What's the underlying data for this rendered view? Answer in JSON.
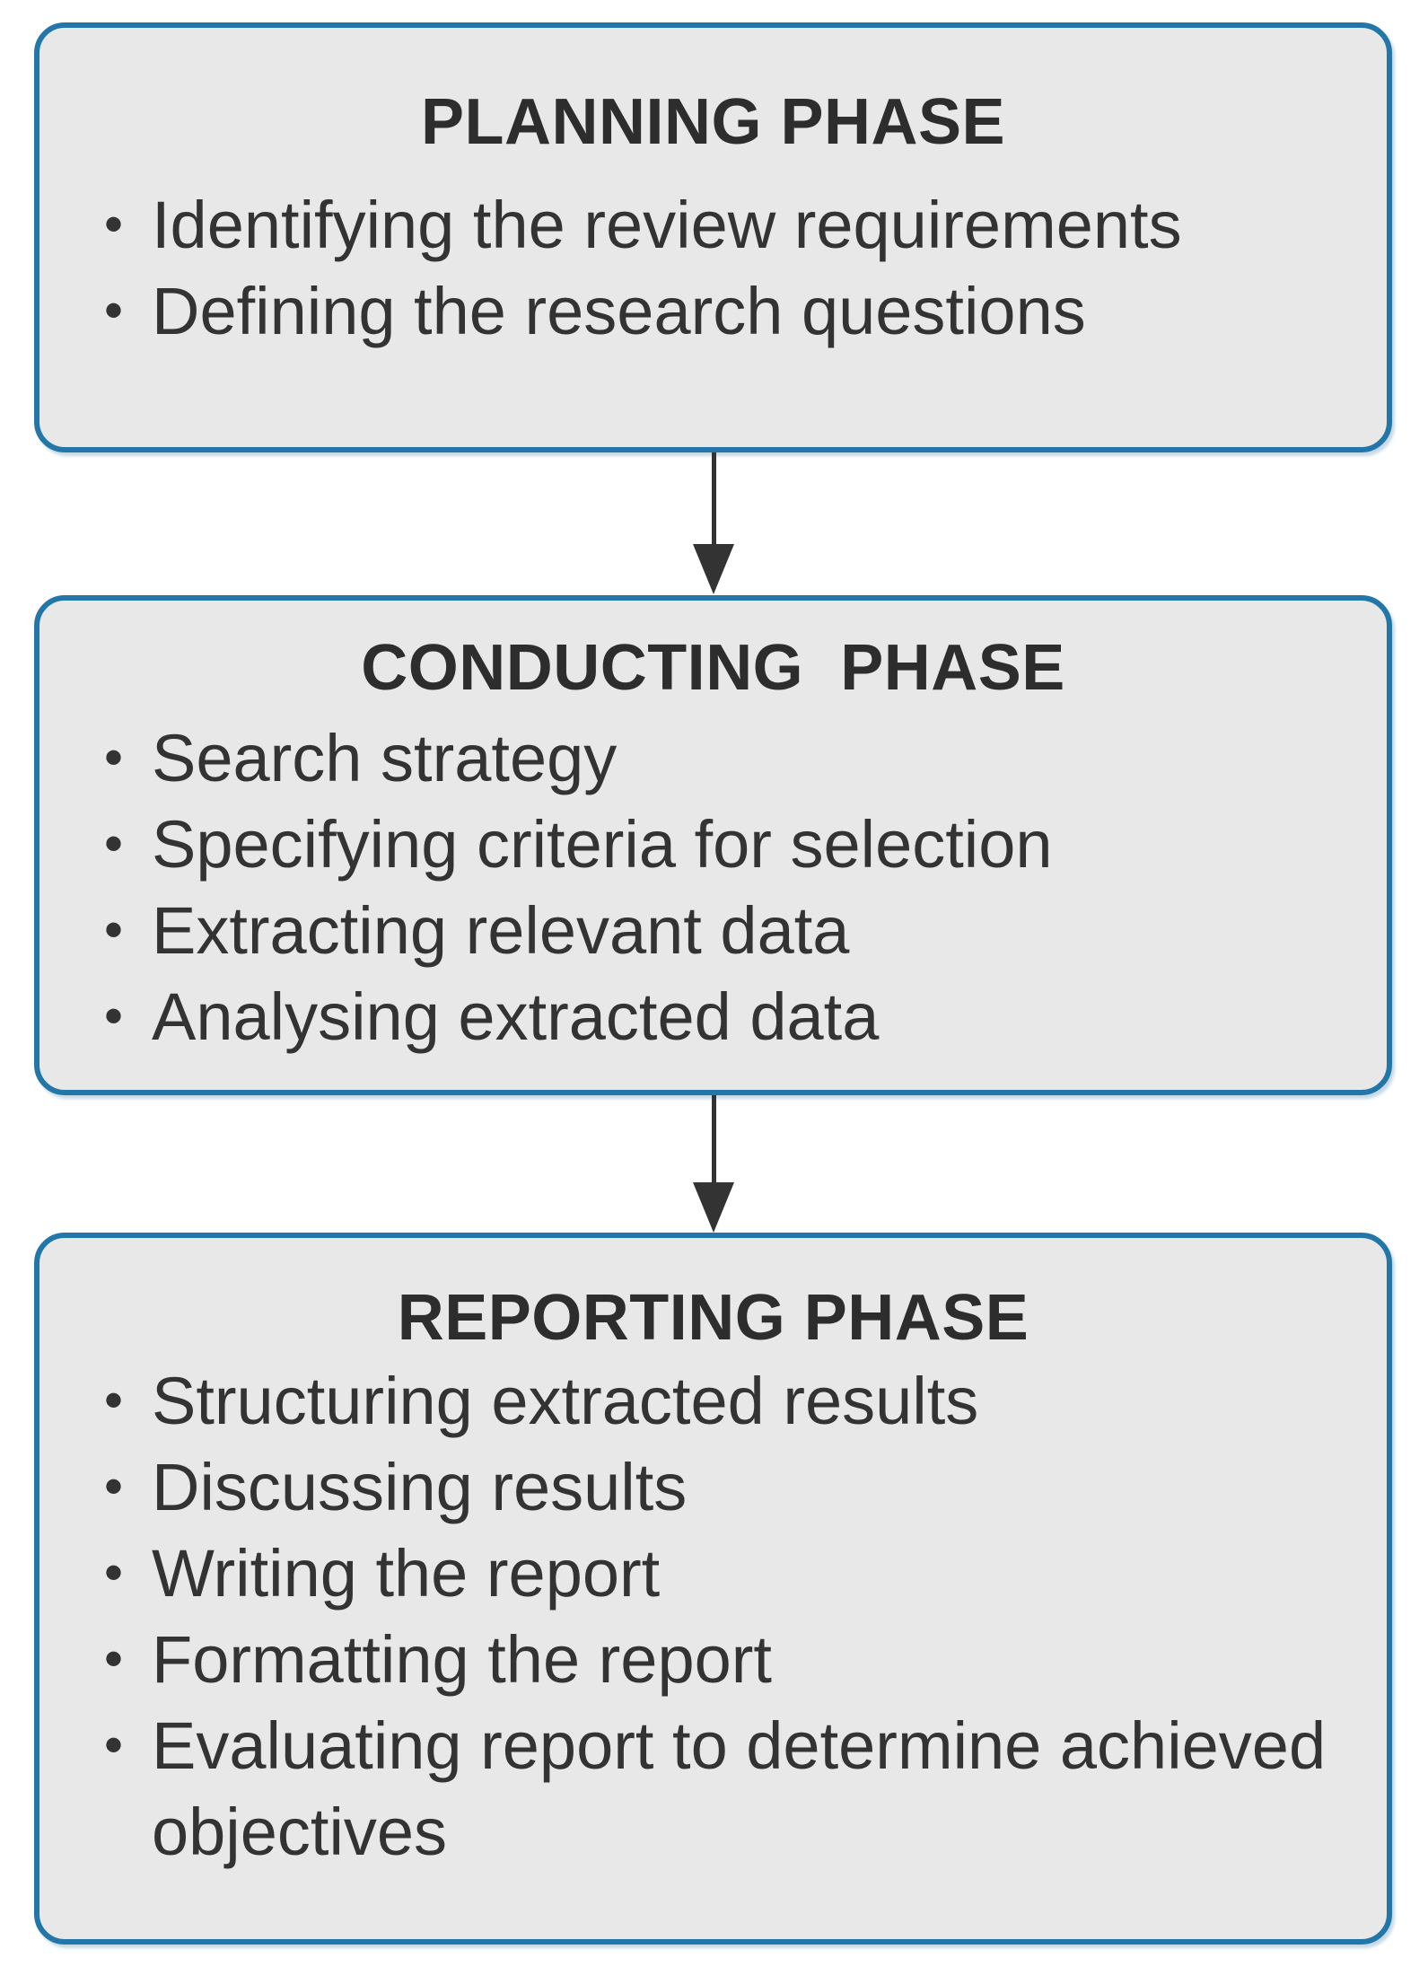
{
  "phases": [
    {
      "title": "PLANNING PHASE",
      "bullets": [
        "Identifying the review requirements",
        "Defining the research questions"
      ]
    },
    {
      "title": "CONDUCTING  PHASE",
      "bullets": [
        "Search strategy",
        "Specifying criteria for selection",
        "Extracting relevant data",
        "Analysing extracted data"
      ]
    },
    {
      "title": "REPORTING PHASE",
      "bullets": [
        "Structuring extracted results",
        "Discussing results",
        "Writing the report",
        "Formatting the report",
        "Evaluating report to determine achieved objectives"
      ]
    }
  ],
  "connectors": [
    {
      "type": "down-arrow",
      "from": "PLANNING PHASE",
      "to": "CONDUCTING  PHASE"
    },
    {
      "type": "down-arrow",
      "from": "CONDUCTING  PHASE",
      "to": "REPORTING PHASE"
    }
  ],
  "colors": {
    "background": "#ffffff",
    "box_fill": "#e8e8e8",
    "box_border": "#2277a8",
    "text": "#333333",
    "title_text": "#2d2d2d",
    "arrow": "#333333"
  }
}
